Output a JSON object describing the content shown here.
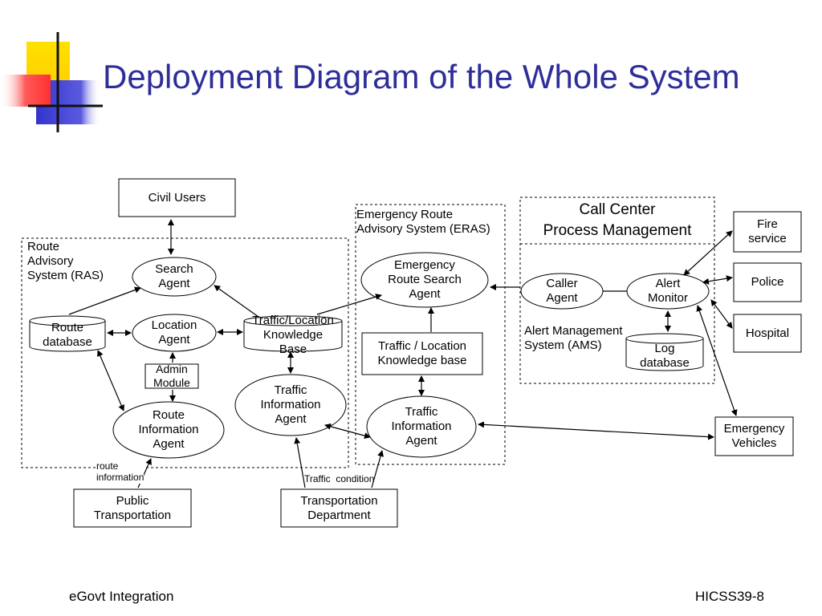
{
  "slide": {
    "title": "Deployment Diagram of the Whole System",
    "footer_left": "eGovt Integration",
    "footer_right": "HICSS39-8"
  },
  "diagram": {
    "groups": {
      "ras": "Route\nAdvisory\nSystem (RAS)",
      "eras": "Emergency Route\nAdvisory System (ERAS)",
      "call_center": "Call Center\nProcess Management",
      "ams": "Alert Management\nSystem (AMS)"
    },
    "nodes": {
      "civil_users": "Civil Users",
      "search_agent": "Search\nAgent",
      "location_agent": "Location\nAgent",
      "route_database": "Route\ndatabase",
      "admin_module": "Admin\nModule",
      "route_info_agent": "Route\nInformation\nAgent",
      "traffic_location_kb": "Traffic/Location\nKnowledge\nBase",
      "traffic_info_agent_ras": "Traffic\nInformation\nAgent",
      "emergency_route_search_agent": "Emergency\nRoute Search\nAgent",
      "traffic_location_kb_eras": "Traffic / Location\nKnowledge base",
      "traffic_info_agent_eras": "Traffic\nInformation\nAgent",
      "caller_agent": "Caller\nAgent",
      "alert_monitor": "Alert\nMonitor",
      "log_database": "Log\ndatabase",
      "fire_service": "Fire\nservice",
      "police": "Police",
      "hospital": "Hospital",
      "emergency_vehicles": "Emergency\nVehicles",
      "public_transportation": "Public\nTransportation",
      "transportation_department": "Transportation\nDepartment"
    },
    "edge_labels": {
      "route_information": "route\ninformation",
      "traffic_condition": "Traffic  condition"
    }
  }
}
